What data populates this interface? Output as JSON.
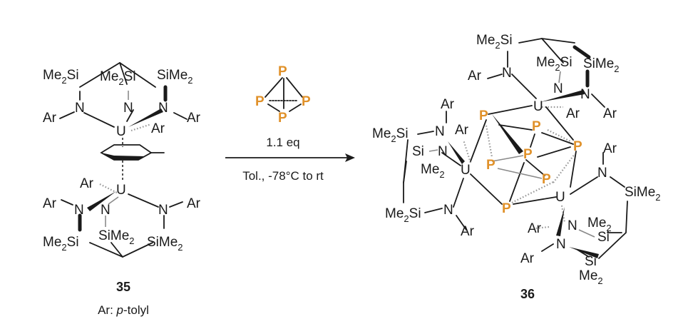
{
  "colors": {
    "bond": "#1a1a1a",
    "phosphorus": "#e0912a",
    "background": "#ffffff"
  },
  "atoms": {
    "U": "U",
    "N": "N",
    "P": "P",
    "Si": "Si",
    "Ar": "Ar",
    "Me2": "Me",
    "sub2": "2",
    "SiMe2": "SiMe",
    "Me2Si": "Me"
  },
  "reagent": {
    "atom": "P",
    "equiv": "1.1 eq"
  },
  "conditions": "Tol., -78°C to rt",
  "compound_35": {
    "label": "35",
    "note_prefix": "Ar: ",
    "note_italic": "p",
    "note_suffix": "-tolyl"
  },
  "compound_36": {
    "label": "36"
  }
}
